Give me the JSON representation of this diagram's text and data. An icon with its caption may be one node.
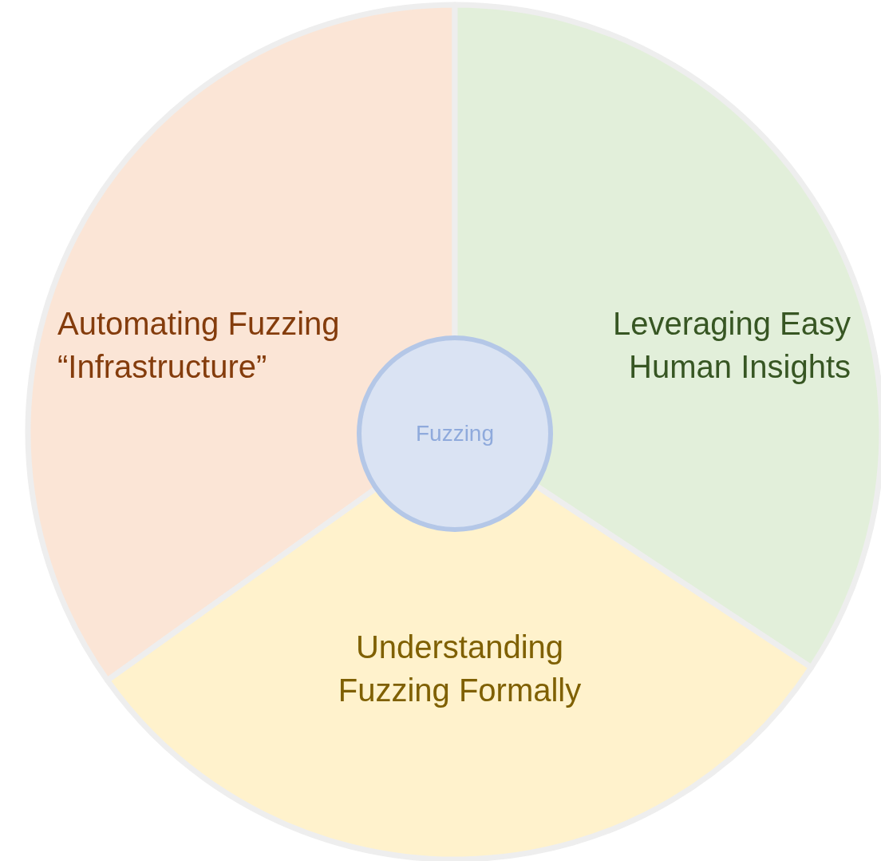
{
  "diagram": {
    "nodes": [
      {
        "text": [
          "Automating Fuzzing “Infrastructure”"
        ]
      },
      {
        "text": [
          "Leveraging Easy Human Insights"
        ]
      },
      {
        "text": [
          "Fuzzing"
        ]
      },
      {
        "text": [
          "Understanding Fuzzing Formally"
        ]
      }
    ]
  }
}
